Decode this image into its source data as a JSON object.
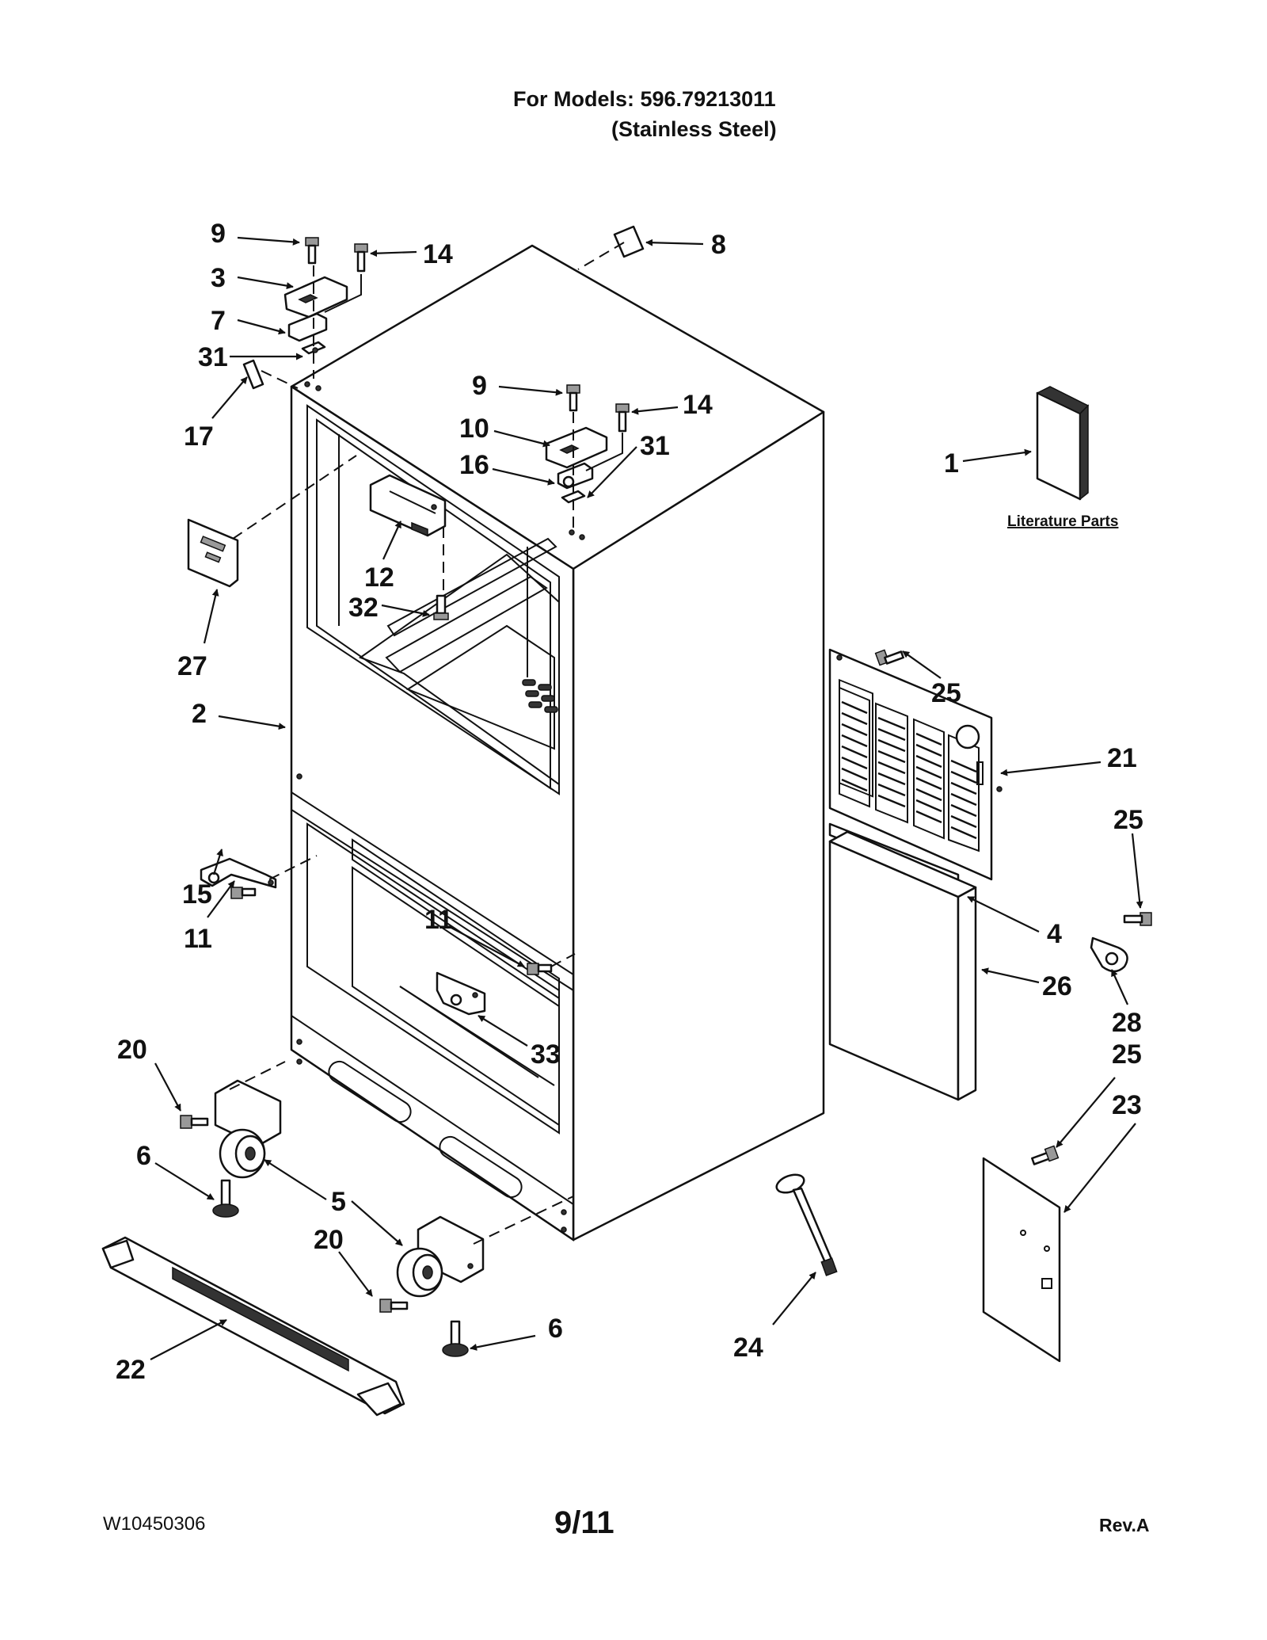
{
  "header": {
    "line1": "For Models: 596.79213011",
    "line2": "(Stainless Steel)"
  },
  "footer": {
    "doc_number": "W10450306",
    "page": "9/11",
    "revision": "Rev.A"
  },
  "literature_label": "Literature Parts",
  "callouts": {
    "c9a": "9",
    "c14a": "14",
    "c3": "3",
    "c7": "7",
    "c31a": "31",
    "c17": "17",
    "c8": "8",
    "c9b": "9",
    "c14b": "14",
    "c10": "10",
    "c16": "16",
    "c31b": "31",
    "c1": "1",
    "c12": "12",
    "c32": "32",
    "c27": "27",
    "c2": "2",
    "c25a": "25",
    "c21": "21",
    "c25b": "25",
    "c15": "15",
    "c11a": "11",
    "c11b": "11",
    "c4": "4",
    "c26": "26",
    "c28": "28",
    "c33": "33",
    "c25c": "25",
    "c23": "23",
    "c20a": "20",
    "c6a": "6",
    "c5": "5",
    "c20b": "20",
    "c6b": "6",
    "c24": "24",
    "c22": "22"
  }
}
